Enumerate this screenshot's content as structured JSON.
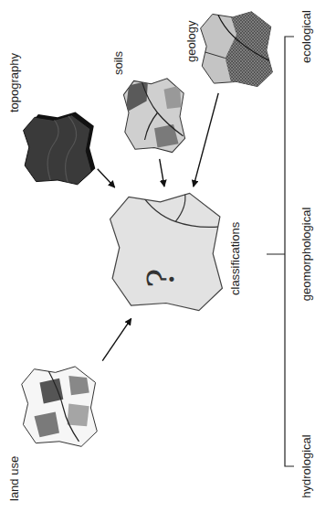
{
  "diagram": {
    "nodes": [
      {
        "text": [
          "topography"
        ]
      },
      {
        "text": [
          "soils"
        ]
      },
      {
        "text": [
          "geology"
        ]
      },
      {
        "text": [
          "land use"
        ]
      },
      {
        "text": [
          "?",
          "classifications"
        ]
      }
    ],
    "edges": [
      {
        "from": 0,
        "to": 4,
        "arrow": "to"
      },
      {
        "from": 1,
        "to": 4,
        "arrow": "to"
      },
      {
        "from": 2,
        "to": 4,
        "arrow": "to"
      },
      {
        "from": 3,
        "to": 4,
        "arrow": "to"
      }
    ],
    "labels": [
      "hydrological",
      "geomorphological",
      "ecological"
    ]
  }
}
